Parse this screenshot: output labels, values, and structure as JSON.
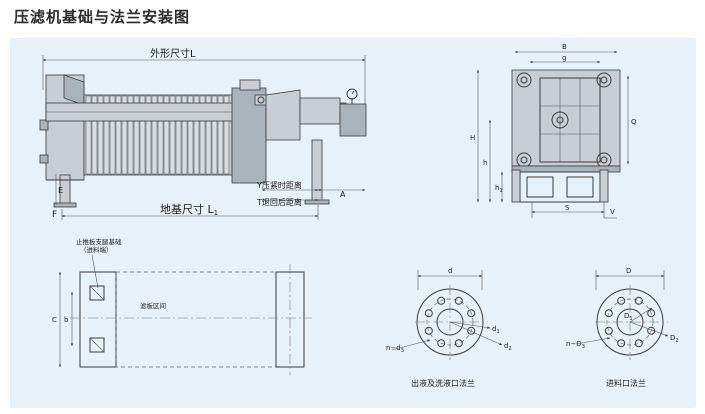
{
  "title": "压滤机基础与法兰安装图",
  "colors": {
    "panel": "#e7f1fa",
    "line": "#3b3b3b",
    "metal": "#c7ced4"
  },
  "side_view": {
    "overall_length": "外形尺寸L",
    "base_length": "地基尺寸 L",
    "base_length_sub": "1",
    "y_label": "Y压紧时距离",
    "t_label": "T退回后距离",
    "a": "A",
    "f": "F",
    "e": "E",
    "gauge_icon": "pressure-gauge-icon"
  },
  "front_view": {
    "b": "B",
    "g": "g",
    "h_big": "H",
    "h": "h",
    "h1": "h",
    "h1_sub": "1",
    "q": "Q",
    "s": "S",
    "v": "V"
  },
  "foundation_plan": {
    "note_line1": "止推板支腿基础",
    "note_line2": "（进料端）",
    "c": "C",
    "b": "b",
    "filter_zone": "滤板区间"
  },
  "flange_outlet": {
    "caption": "出液及洗液口法兰",
    "d": "d",
    "d1": "d",
    "d1_sub": "1",
    "d2": "d",
    "d2_sub": "2",
    "n": "n−d",
    "n_sub": "3"
  },
  "flange_inlet": {
    "caption": "进料口法兰",
    "D": "D",
    "D1": "D",
    "D1_sub": "1",
    "D2": "D",
    "D2_sub": "2",
    "n": "n−D",
    "n_sub": "3"
  }
}
